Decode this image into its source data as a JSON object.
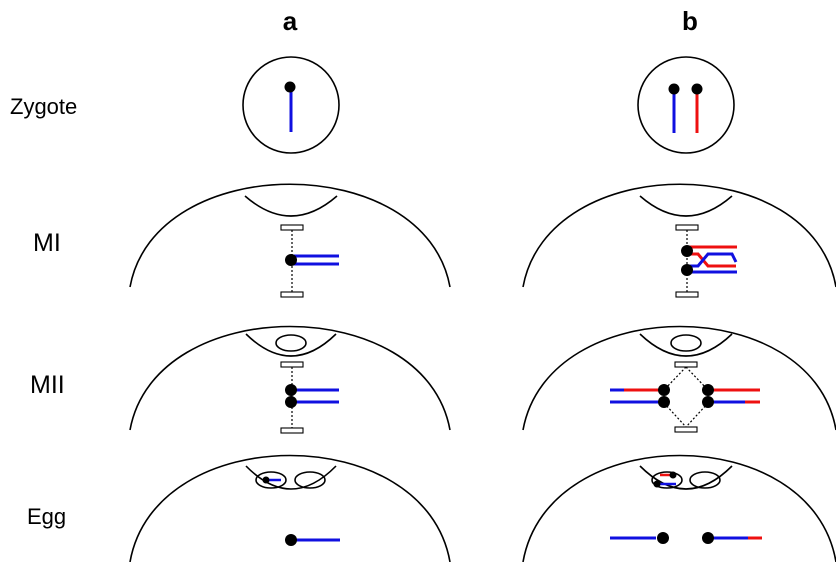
{
  "columns": {
    "a": "a",
    "b": "b"
  },
  "rows": {
    "zygote": "Zygote",
    "mi": "MI",
    "mii": "MII",
    "egg": "Egg"
  },
  "colors": {
    "maternal": "#1010e0",
    "paternal": "#ee1010",
    "outline": "#000000",
    "centromere": "#000000"
  }
}
